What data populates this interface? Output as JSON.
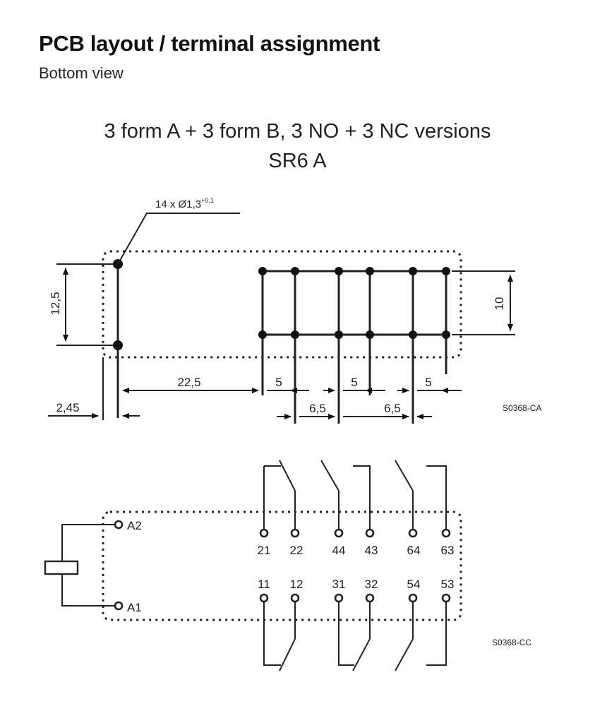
{
  "title": "PCB layout / terminal assignment",
  "subtitle": "Bottom view",
  "heading": {
    "line1": "3  form A + 3 form B, 3 NO + 3  NC versions",
    "line2": "SR6 A"
  },
  "layout": {
    "hole_callout": "14 x Ø1,3",
    "hole_callout_sup": "+0,1",
    "dim_vertical_left": "12,5",
    "dim_vertical_right": "10",
    "dim_22_5": "22,5",
    "dim_5_a": "5",
    "dim_5_b": "5",
    "dim_5_c": "5",
    "dim_6_5_a": "6,5",
    "dim_6_5_b": "6,5",
    "dim_2_45": "2,45",
    "drawing_code": "S0368-CA"
  },
  "terminal_assignment": {
    "coil_top_label": "A2",
    "coil_bottom_label": "A1",
    "top_row_terminals": [
      "21",
      "22",
      "44",
      "43",
      "64",
      "63"
    ],
    "bottom_row_terminals": [
      "11",
      "12",
      "31",
      "32",
      "54",
      "53"
    ],
    "drawing_code": "S0368-CC"
  }
}
